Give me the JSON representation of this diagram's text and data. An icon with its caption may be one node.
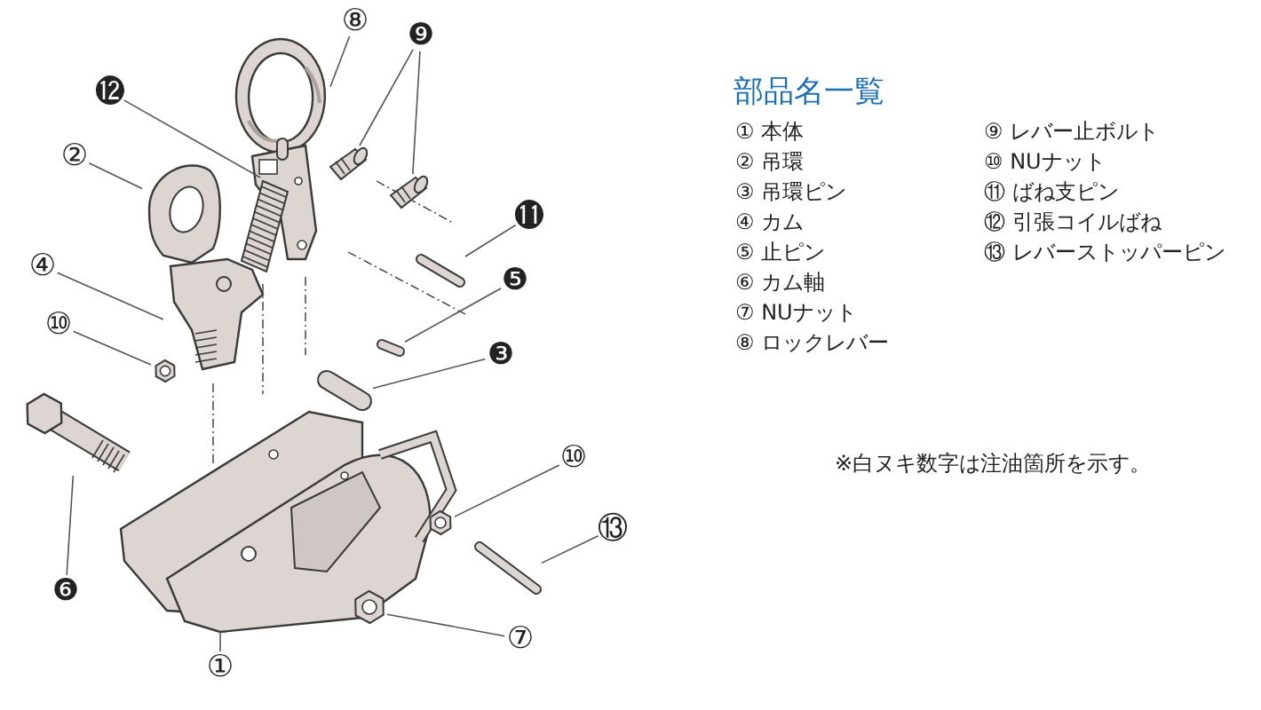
{
  "diagram": {
    "title": "部品名一覧",
    "nodes": [
      {
        "text": [
          "⑧"
        ]
      },
      {
        "text": [
          "❾"
        ]
      },
      {
        "text": [
          "⓬"
        ]
      },
      {
        "text": [
          "②"
        ]
      },
      {
        "text": [
          "⓫"
        ]
      },
      {
        "text": [
          "❺"
        ]
      },
      {
        "text": [
          "④"
        ]
      },
      {
        "text": [
          "⑩"
        ]
      },
      {
        "text": [
          "❸"
        ]
      },
      {
        "text": [
          "❻"
        ]
      },
      {
        "text": [
          "⑩"
        ]
      },
      {
        "text": [
          "⑬"
        ]
      },
      {
        "text": [
          "⑦"
        ]
      },
      {
        "text": [
          "①"
        ]
      },
      {
        "text": [],
        "shape": "picture"
      },
      {
        "text": [],
        "shape": "picture"
      },
      {
        "text": [],
        "shape": "picture"
      },
      {
        "text": [],
        "shape": "picture"
      },
      {
        "text": [],
        "shape": "picture"
      },
      {
        "text": [],
        "shape": "picture"
      },
      {
        "text": [],
        "shape": "picture"
      },
      {
        "text": [],
        "shape": "picture"
      },
      {
        "text": [],
        "shape": "picture"
      },
      {
        "text": [],
        "shape": "picture"
      },
      {
        "text": [],
        "shape": "picture"
      },
      {
        "text": [],
        "shape": "picture"
      },
      {
        "text": [],
        "shape": "picture"
      },
      {
        "text": [],
        "shape": "picture"
      },
      {
        "text": [],
        "shape": "picture"
      }
    ],
    "edges": [
      {
        "from": 0,
        "to": 14,
        "arrow": "none"
      },
      {
        "from": 1,
        "to": 15,
        "arrow": "none"
      },
      {
        "from": 1,
        "to": 16,
        "arrow": "none"
      },
      {
        "from": 2,
        "to": 17,
        "arrow": "none"
      },
      {
        "from": 3,
        "to": 18,
        "arrow": "none"
      },
      {
        "from": 4,
        "to": 19,
        "arrow": "none"
      },
      {
        "from": 5,
        "to": 21,
        "arrow": "none"
      },
      {
        "from": 6,
        "to": 20,
        "arrow": "none"
      },
      {
        "from": 7,
        "to": 22,
        "arrow": "none"
      },
      {
        "from": 8,
        "to": 23,
        "arrow": "none"
      },
      {
        "from": 9,
        "to": 24,
        "arrow": "none"
      },
      {
        "from": 10,
        "to": 26,
        "arrow": "none"
      },
      {
        "from": 11,
        "to": 27,
        "arrow": "none"
      },
      {
        "from": 12,
        "to": 28,
        "arrow": "none"
      },
      {
        "from": 13,
        "to": 25,
        "arrow": "none"
      }
    ],
    "labels": [
      "① 本体",
      "② 吊環",
      "③ 吊環ピン",
      "④ カム",
      "⑤ 止ピン",
      "⑥ カム軸",
      "⑦ NUナット",
      "⑧ ロックレバー",
      "⑨ レバー止ボルト",
      "⑩ NUナット",
      "⑪ ばね支ピン",
      "⑫ 引張コイルばね",
      "⑬ レバーストッパーピン",
      "※白ヌキ数字は注油箇所を示す。"
    ]
  }
}
